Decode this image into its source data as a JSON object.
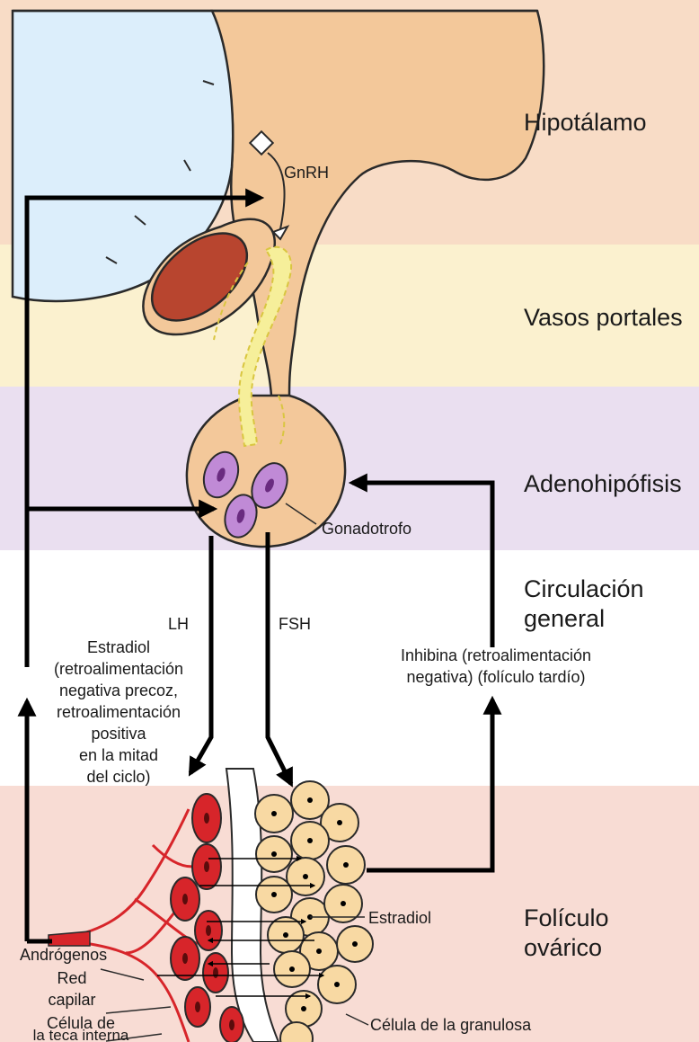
{
  "regions": [
    {
      "id": "hipotalamo",
      "label": "Hipotálamo",
      "color": "#f8dcc6"
    },
    {
      "id": "vasos",
      "label": "Vasos portales",
      "color": "#fbf1cf"
    },
    {
      "id": "adeno",
      "label": "Adenohipófisis",
      "color": "#eadff0"
    },
    {
      "id": "circulacion",
      "label_lines": [
        "Circulación",
        "general"
      ],
      "color": "#ffffff"
    },
    {
      "id": "foliculo",
      "label_lines": [
        "Folículo",
        "ovárico"
      ],
      "color": "#f8dcd4"
    }
  ],
  "labels": {
    "gnrh": "GnRH",
    "gonadotrofo": "Gonadotrofo",
    "lh": "LH",
    "fsh": "FSH",
    "estradiol_feedback": [
      "Estradiol",
      "(retroalimentación",
      "negativa precoz,",
      "retroalimentación",
      "positiva",
      "en la mitad",
      "del ciclo)"
    ],
    "inhibina": [
      "Inhibina (retroalimentación",
      "negativa) (folículo tardío)"
    ],
    "estradiol": "Estradiol",
    "androgenos": "Andrógenos",
    "red_capilar": [
      "Red",
      "capilar"
    ],
    "celula_teca": [
      "Célula de",
      "la teca interna"
    ],
    "celula_granulosa": "Célula de la granulosa"
  },
  "colors": {
    "brain": "#dceefb",
    "tissue": "#f3c89a",
    "blood_vessel": "#b8452f",
    "portal_vessel": "#f6ef9a",
    "gonadotroph_cell": "#c08ad6",
    "theca_cell": "#d7252a",
    "granulosa_cell": "#f8d9a3",
    "arrow": "#000000"
  }
}
